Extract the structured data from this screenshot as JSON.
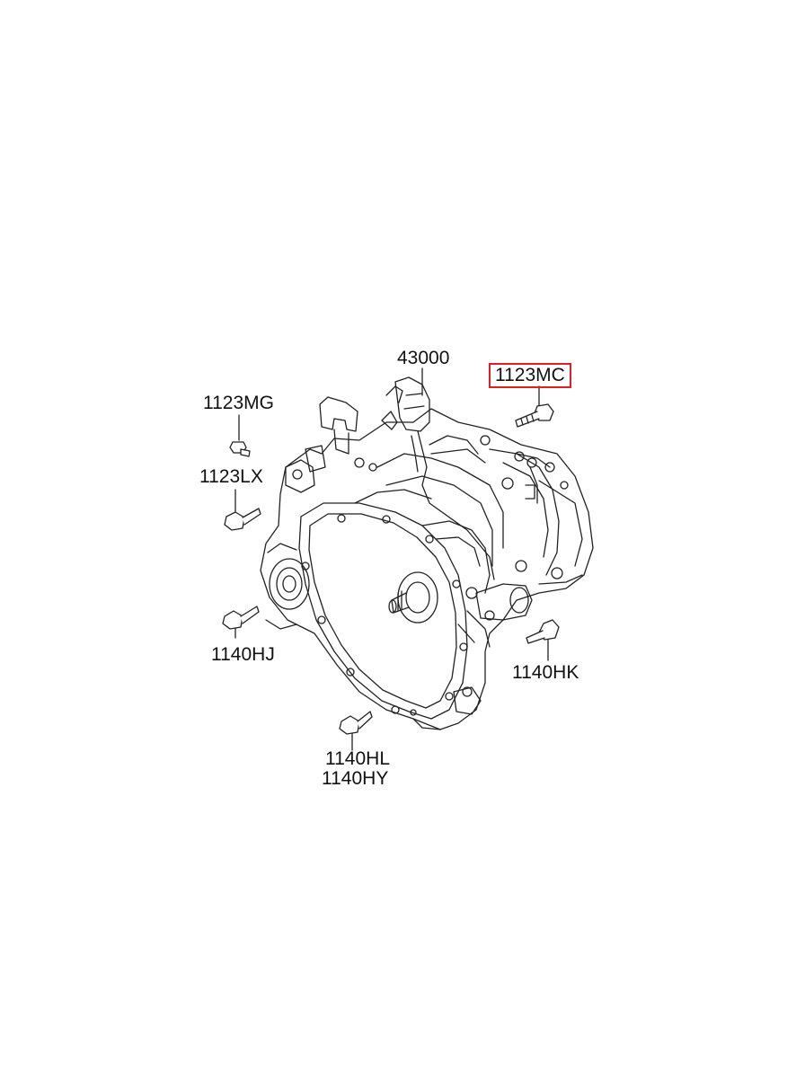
{
  "diagram": {
    "labels": {
      "p43000": "43000",
      "p1123MC": "1123MC",
      "p1123MG": "1123MG",
      "p1123LX": "1123LX",
      "p1140HJ": "1140HJ",
      "p1140HK": "1140HK",
      "p1140HL": "1140HL",
      "p1140HY": "1140HY"
    },
    "highlight_color": "#e02020"
  }
}
